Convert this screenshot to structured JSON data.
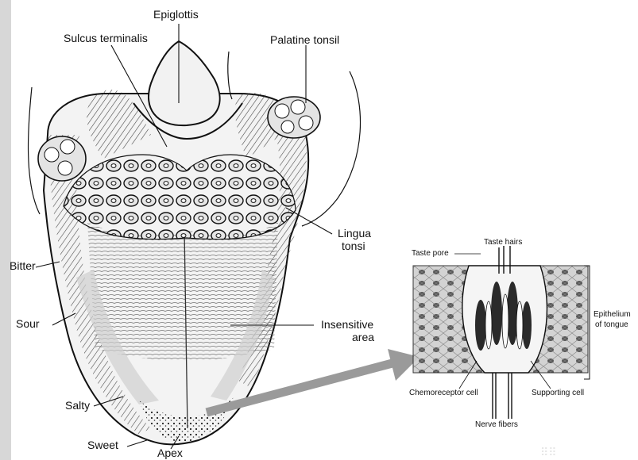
{
  "labels": {
    "epiglottis": "Epiglottis",
    "sulcus_terminalis": "Sulcus terminalis",
    "palatine_tonsil": "Palatine tonsil",
    "lingual_1": "Lingua",
    "lingual_2": "tonsi",
    "bitter": "Bitter",
    "sour": "Sour",
    "insensitive": "Insensitive",
    "area": "area",
    "salty": "Salty",
    "sweet": "Sweet",
    "apex": "Apex"
  },
  "inset": {
    "taste_pore": "Taste pore",
    "taste_hairs": "Taste hairs",
    "epithelium_1": "Epithelium",
    "epithelium_2": "of tongue",
    "chemoreceptor_cell": "Chemoreceptor cell",
    "supporting_cell": "Supporting cell",
    "nerve_fibers": "Nerve fibers"
  },
  "colors": {
    "ink": "#111111",
    "arrow": "#9a9a9a",
    "shading": "#cfcfcf",
    "background": "#ffffff"
  }
}
